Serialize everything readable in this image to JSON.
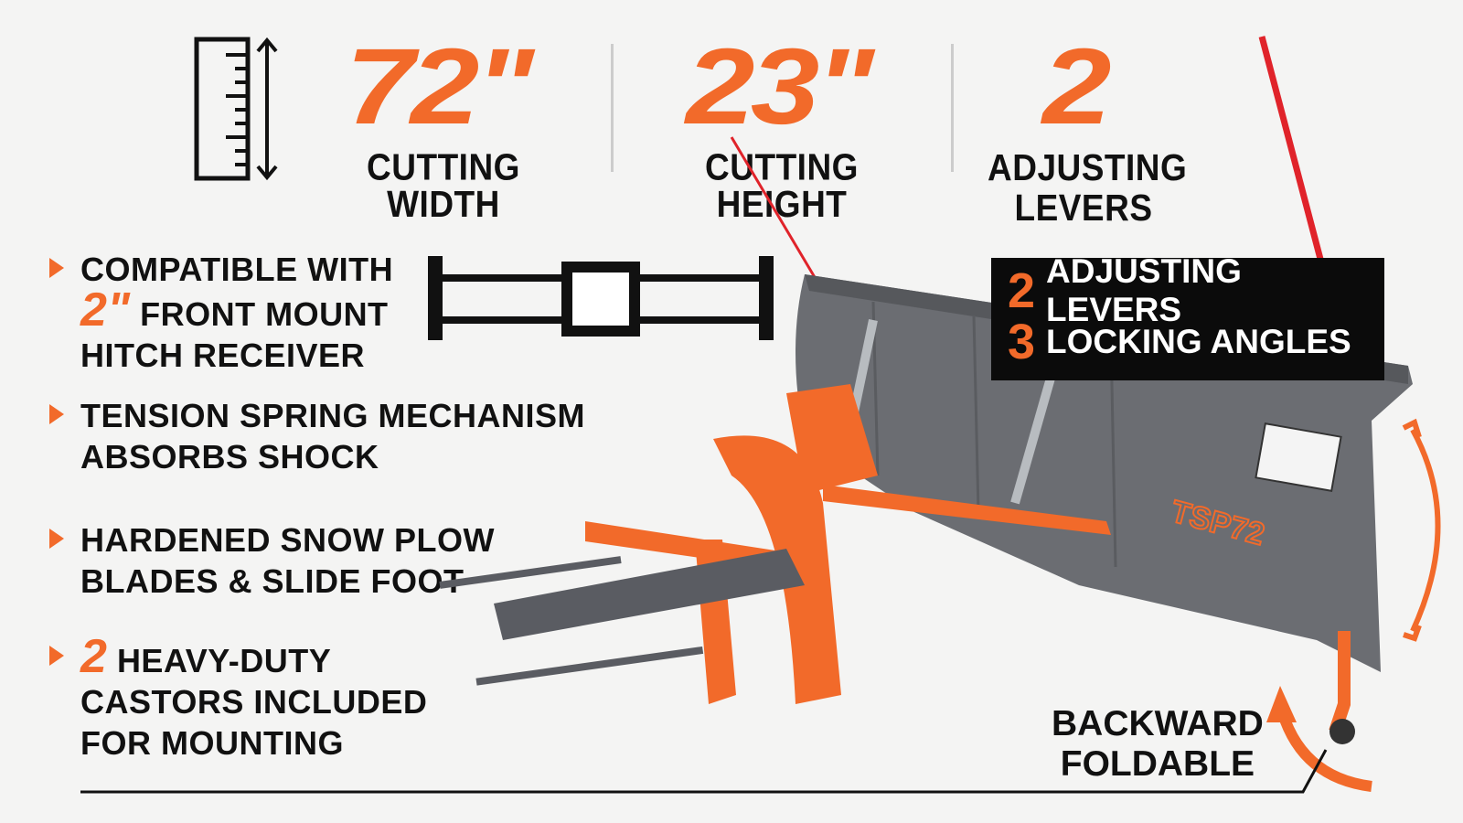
{
  "specs": [
    {
      "value": "72\"",
      "label": "CUTTING WIDTH"
    },
    {
      "value": "23\"",
      "label": "CUTTING HEIGHT"
    },
    {
      "value": "2",
      "label": "ADJUSTING LEVERS"
    }
  ],
  "features": [
    {
      "lines": [
        "COMPATIBLE WITH",
        "FRONT MOUNT",
        "HITCH RECEIVER"
      ],
      "highlight": "2\""
    },
    {
      "lines": [
        "TENSION SPRING MECHANISM",
        "ABSORBS SHOCK"
      ]
    },
    {
      "lines": [
        "HARDENED SNOW PLOW",
        "BLADES & SLIDE FOOT"
      ]
    },
    {
      "lines": [
        "HEAVY-DUTY",
        "CASTORS INCLUDED",
        "FOR MOUNTING"
      ],
      "highlight": "2"
    }
  ],
  "callout": {
    "rows": [
      {
        "num": "2",
        "text": "ADJUSTING LEVERS"
      },
      {
        "num": "3",
        "text": "LOCKING ANGLES"
      }
    ]
  },
  "fold_label": [
    "BACKWARD",
    "FOLDABLE"
  ],
  "model_badge": "TSP72",
  "colors": {
    "accent": "#f26a2a",
    "blade": "#6b6d72",
    "text": "#111111"
  }
}
